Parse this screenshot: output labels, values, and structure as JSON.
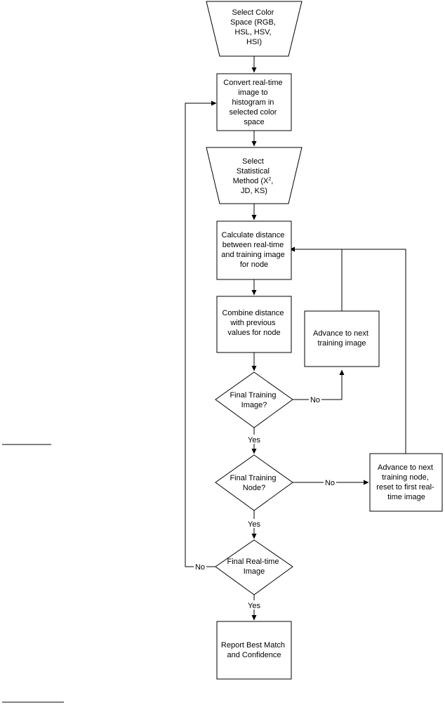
{
  "nodes": {
    "select_color_space": {
      "lines": [
        "Select Color",
        "Space (RGB,",
        "HSL, HSV,",
        "HSI)"
      ]
    },
    "convert_histogram": {
      "lines": [
        "Convert real-time",
        "image to",
        "histogram in",
        "selected color",
        "space"
      ]
    },
    "select_statistical": {
      "lines": [
        "Select",
        "Statistical",
        "Method (X",
        "JD, KS)"
      ],
      "superscript": "2",
      "after_superscript": ","
    },
    "calculate_distance": {
      "lines": [
        "Calculate distance",
        "between real-time",
        "and training image",
        "for node"
      ]
    },
    "combine_distance": {
      "lines": [
        "Combine distance",
        "with previous",
        "values for node"
      ]
    },
    "advance_training_image": {
      "lines": [
        "Advance to next",
        "training image"
      ]
    },
    "final_training_image": {
      "lines": [
        "Final Training",
        "Image?"
      ]
    },
    "final_training_node": {
      "lines": [
        "Final Training",
        "Node?"
      ]
    },
    "advance_training_node": {
      "lines": [
        "Advance to next",
        "training node,",
        "reset to first real-",
        "time image"
      ]
    },
    "final_realtime_image": {
      "lines": [
        "Final Real-time",
        "Image"
      ]
    },
    "report_best_match": {
      "lines": [
        "Report Best Match",
        "and Confidence"
      ]
    }
  },
  "edge_labels": {
    "no_1": "No",
    "yes_1": "Yes",
    "no_2": "No",
    "yes_2": "Yes",
    "no_3": "No",
    "yes_3": "Yes"
  }
}
